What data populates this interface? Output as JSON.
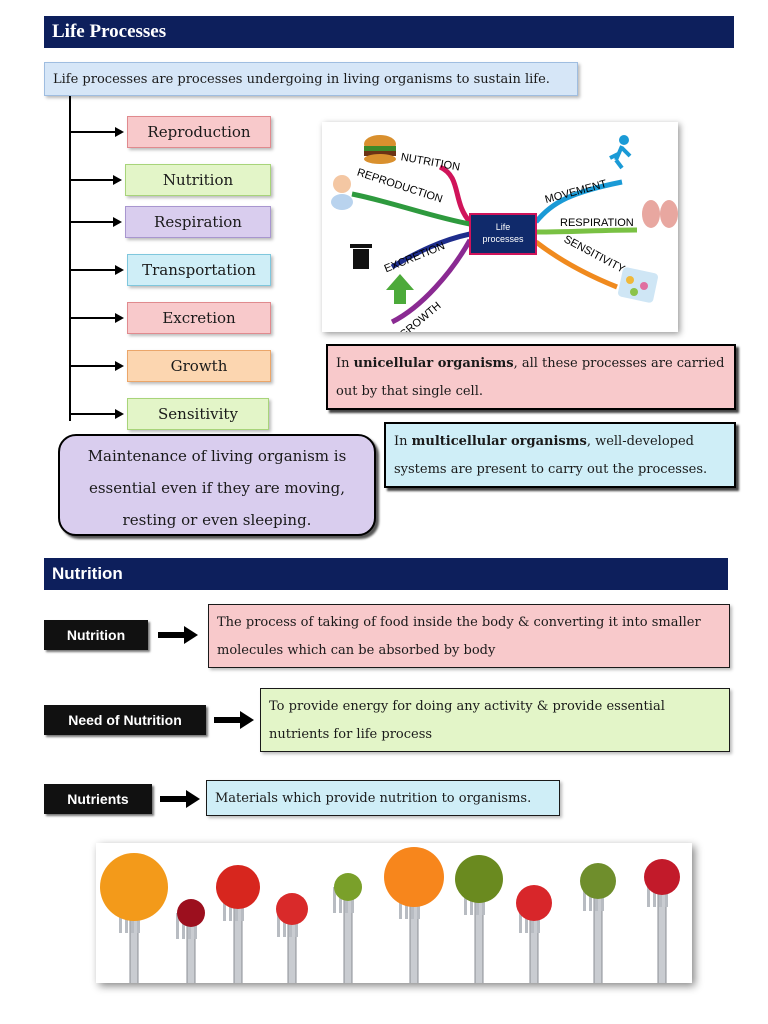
{
  "section1": {
    "title": "Life Processes",
    "intro": "Life processes are processes undergoing in living organisms to sustain life.",
    "processes": [
      {
        "label": "Reproduction",
        "color": "pink"
      },
      {
        "label": "Nutrition",
        "color": "green"
      },
      {
        "label": "Respiration",
        "color": "purple"
      },
      {
        "label": "Transportation",
        "color": "cyan"
      },
      {
        "label": "Excretion",
        "color": "pink"
      },
      {
        "label": "Growth",
        "color": "orange"
      },
      {
        "label": "Sensitivity",
        "color": "green"
      }
    ],
    "mindmap": {
      "center": "Life processes",
      "branches": [
        "NUTRITION",
        "REPRODUCTION",
        "EXCRETION",
        "GROWTH",
        "MOVEMENT",
        "RESPIRATION",
        "SENSITIVITY"
      ]
    },
    "unicellular": {
      "prefix": "In ",
      "bold": "unicellular organisms",
      "suffix": ", all these processes are carried out by that single cell."
    },
    "multicellular": {
      "prefix": "In ",
      "bold": "multicellular organisms",
      "suffix": ", well-developed systems are present to carry out the processes."
    },
    "maintenance": "Maintenance of living organism is essential even if they are moving, resting or even sleeping."
  },
  "section2": {
    "title": "Nutrition",
    "rows": [
      {
        "label": "Nutrition",
        "definition": "The process of taking of food inside the body & converting it into smaller molecules which can be absorbed by body"
      },
      {
        "label": "Need of Nutrition",
        "definition": "To provide energy for doing any activity & provide essential nutrients for life  process"
      },
      {
        "label": "Nutrients",
        "definition": "Materials which provide nutrition to organisms."
      }
    ]
  },
  "colors": {
    "header": "#0d1f5c",
    "pink": "#f8c9cb",
    "green": "#e3f5c8",
    "purple": "#d9cdee",
    "cyan": "#cfeef7",
    "orange": "#fcd6b0"
  },
  "icons": [
    "hamburger-icon",
    "baby-icon",
    "trash-icon",
    "growth-arrow-icon",
    "runner-icon",
    "lungs-icon",
    "sense-icon",
    "fork-icon"
  ]
}
